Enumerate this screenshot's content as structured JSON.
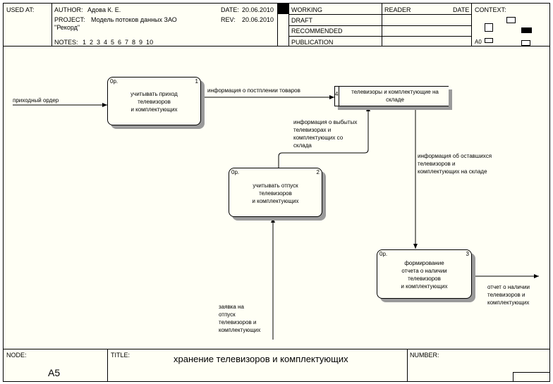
{
  "header": {
    "used_at_label": "USED AT:",
    "author_label": "AUTHOR:",
    "author_value": "Адова К. Е.",
    "project_label": "PROJECT:",
    "project_value_line1": "Модель потоков данных ЗАО",
    "project_value_line2": "\"Рекорд\"",
    "notes_label": "NOTES:",
    "notes_value": "1  2  3  4  5  6  7  8  9  10",
    "date_label": "DATE:",
    "date_value": "20.06.2010",
    "rev_label": "REV:",
    "rev_value": "20.06.2010",
    "status": [
      "WORKING",
      "DRAFT",
      "RECOMMENDED",
      "PUBLICATION"
    ],
    "reader_label": "READER",
    "reader_date_label": "DATE",
    "context_label": "CONTEXT:",
    "context_node": "A0"
  },
  "diagram": {
    "boxes": [
      {
        "prefix": "0р.",
        "number": "1",
        "lines": [
          "учитывать приход",
          "телевизоров",
          "и комплектующих"
        ]
      },
      {
        "prefix": "0р.",
        "number": "2",
        "lines": [
          "учитывать отпуск",
          "телевизоров",
          "и комплектующих"
        ]
      },
      {
        "prefix": "0р.",
        "number": "3",
        "lines": [
          "формирование",
          "отчета о наличии",
          "телевизоров",
          "и комплектующих"
        ]
      }
    ],
    "store": {
      "number": "4",
      "lines": [
        "телевизоры и комплектующие на",
        "складе"
      ]
    },
    "labels": {
      "in_order": [
        "приходный ордер"
      ],
      "receipt_info": [
        "информация о постплении товаров"
      ],
      "issued_info": [
        "информация о выбытых",
        "телевизорах и",
        "комплектующих со",
        "склада"
      ],
      "remaining_info": [
        "информация об оставшихся",
        "телевизоров и",
        "комплектующих на складе"
      ],
      "request": [
        "заявка на",
        "отпуск",
        "телевизоров и",
        "комплектующих"
      ],
      "report_out": [
        "отчет о наличии",
        "телевизоров и",
        "комплектующих"
      ]
    }
  },
  "footer": {
    "node_label": "NODE:",
    "node_value": "A5",
    "title_label": "TITLE:",
    "title_value": "хранение телевизоров и комплектующих",
    "number_label": "NUMBER:"
  }
}
